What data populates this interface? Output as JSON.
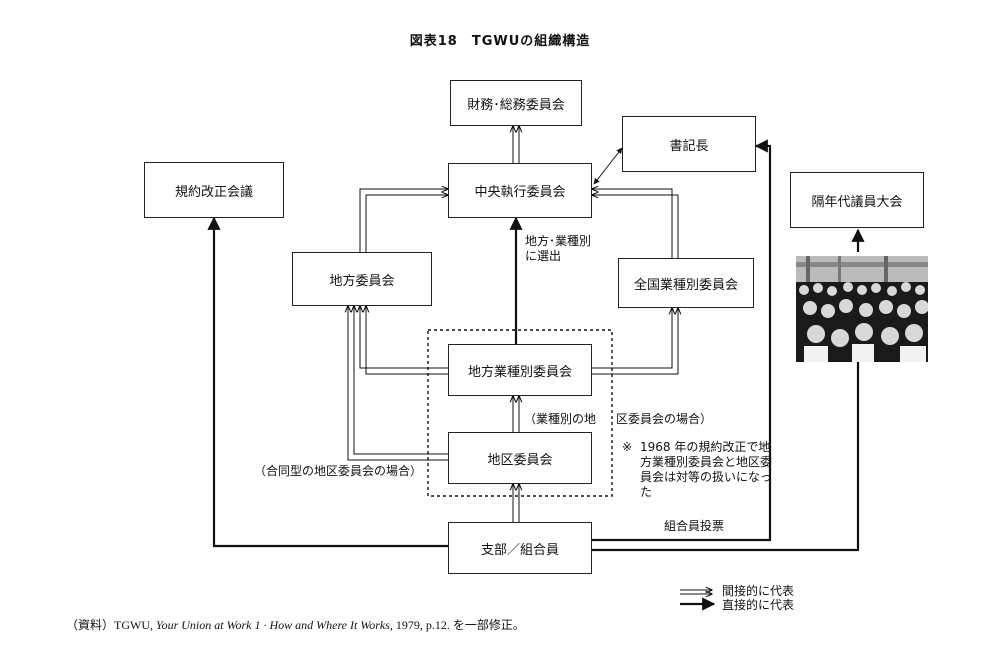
{
  "title": "図表18　TGWUの組織構造",
  "nodes": {
    "finance": "財務･総務委員会",
    "secretary": "書記長",
    "rules_conf": "規約改正会議",
    "central_exec": "中央執行委員会",
    "biennial": "隔年代議員大会",
    "regional": "地方委員会",
    "national_trade": "全国業種別委員会",
    "regional_trade": "地方業種別委員会",
    "district": "地区委員会",
    "branch": "支部／組合員"
  },
  "labels": {
    "elected_1": "地方･業種別",
    "elected_2": "に選出",
    "trade_case_a": "（業種別の地",
    "trade_case_b": "区委員会の場合）",
    "combined_case": "（合同型の地区委員会の場合）",
    "member_vote": "組合員投票"
  },
  "note": {
    "mark": "※",
    "text": "1968 年の規約改正で地方業種別委員会と地区委員会は対等の扱いになった"
  },
  "legend": {
    "indirect": "間接的に代表",
    "direct": "直接的に代表"
  },
  "source": {
    "prefix": "（資料）TGWU,",
    "title": "Your Union at Work 1 · How and Where It Works,",
    "suffix": "1979, p.12. を一部修正。"
  }
}
